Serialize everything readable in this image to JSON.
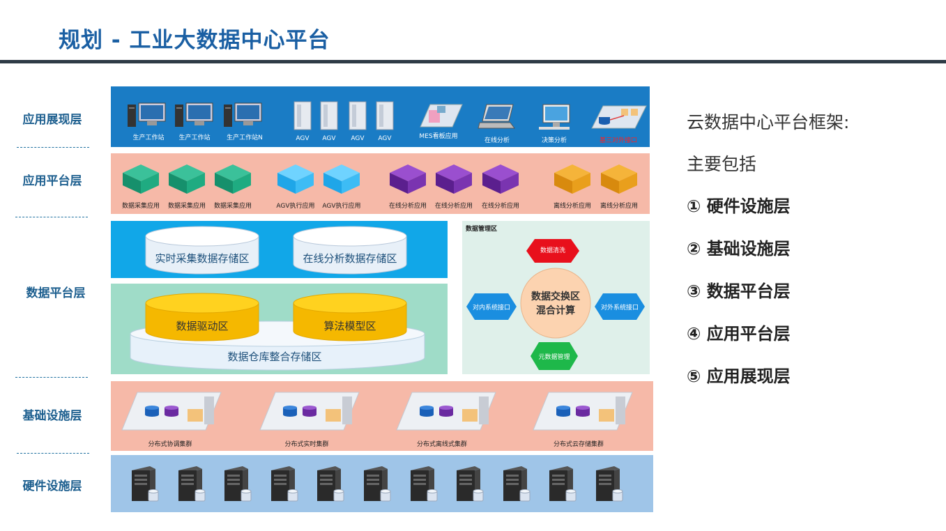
{
  "title": "规划 - 工业大数据中心平台",
  "layers": {
    "presentation": "应用展现层",
    "application": "应用平台层",
    "data": "数据平台层",
    "infrastructure": "基础设施层",
    "hardware": "硬件设施层"
  },
  "presentation_items": {
    "ws1": "生产工作站",
    "ws2": "生产工作站",
    "wsn": "生产工作站N",
    "agv1": "AGV",
    "agv2": "AGV",
    "agv3": "AGV",
    "agv4": "AGV",
    "mes": "MES看板应用",
    "online": "在线分析",
    "decision": "决策分析",
    "external": "基三对外接口"
  },
  "application_items": {
    "collect1": "数据采集应用",
    "collect2": "数据采集应用",
    "collect3": "数据采集应用",
    "agv1": "AGV执行应用",
    "agv2": "AGV执行应用",
    "online1": "在线分析应用",
    "online2": "在线分析应用",
    "online3": "在线分析应用",
    "offline1": "离线分析应用",
    "offline2": "离线分析应用"
  },
  "data_platform": {
    "realtime_store": "实时采集数据存储区",
    "online_store": "在线分析数据存储区",
    "driver": "数据驱动区",
    "algorithm": "算法模型区",
    "warehouse": "数据仓库整合存储区",
    "mgmt_title": "数据管理区",
    "cleaning": "数据清洗",
    "internal_iface": "对内系统接口",
    "external_iface": "对外系统接口",
    "meta": "元数据管理",
    "exchange_line1": "数据交换区",
    "exchange_line2": "混合计算"
  },
  "infrastructure_items": {
    "coord": "分布式协调集群",
    "realtime": "分布式实时集群",
    "offline": "分布式离线式集群",
    "cloud": "分布式云存储集群"
  },
  "right_panel": {
    "heading": "云数据中心平台框架:",
    "sub": "主要包括",
    "items": [
      {
        "num": "①",
        "label": "硬件设施层"
      },
      {
        "num": "②",
        "label": "基础设施层"
      },
      {
        "num": "③",
        "label": "数据平台层"
      },
      {
        "num": "④",
        "label": "应用平台层"
      },
      {
        "num": "⑤",
        "label": "应用展现层"
      }
    ]
  },
  "colors": {
    "title": "#1a5fa3",
    "presentation_band": "#1a7cc5",
    "application_band": "#f6b9a8",
    "data_blue": "#11a7e8",
    "data_teal": "#9fdcc8",
    "mgmt_band": "#dff0ea",
    "infra_band": "#f6b9a8",
    "hardware_band": "#9fc5e8"
  }
}
